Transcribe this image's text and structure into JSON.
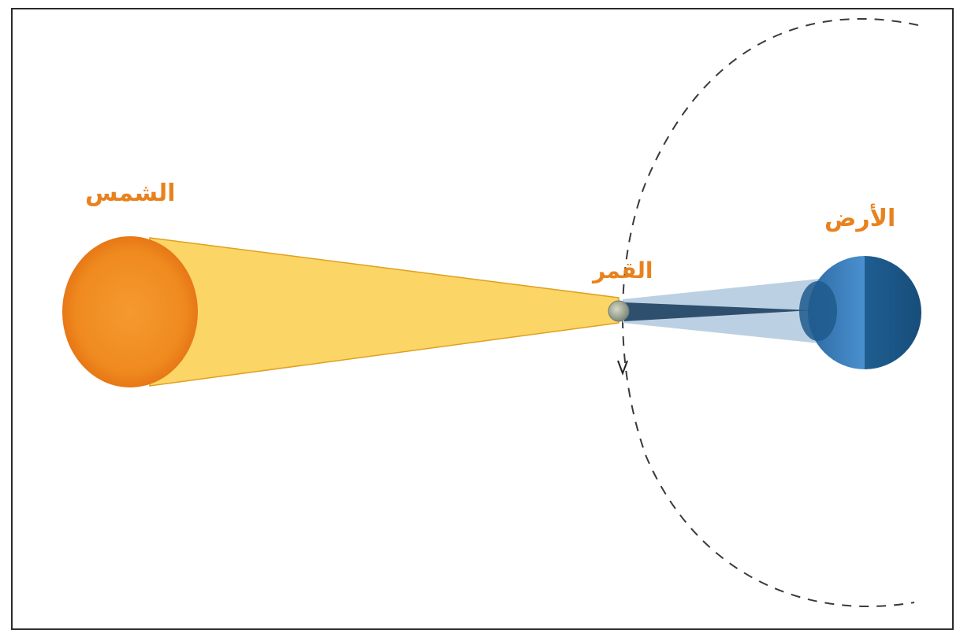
{
  "labels": {
    "sun": "الشمس",
    "moon": "القمر",
    "earth": "الأرض"
  },
  "colors": {
    "label": "#e8821e",
    "sun": "#f08a1e",
    "sun_cone": "#fbd565",
    "earth_dark": "#1c5a8c",
    "earth_light": "#4a90cf",
    "shadow_outer": "#b6cbe0",
    "shadow_inner": "#2e4d6b",
    "orbit": "#3a3a3a"
  }
}
